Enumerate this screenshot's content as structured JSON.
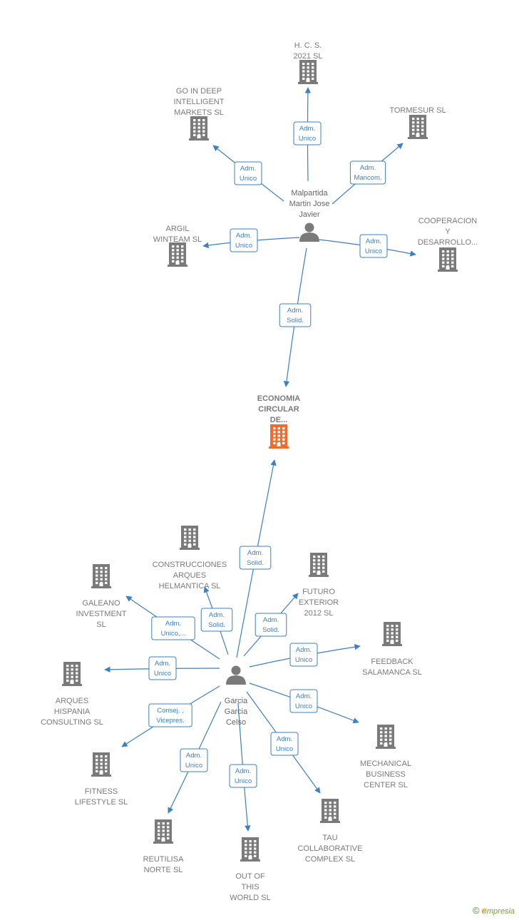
{
  "colors": {
    "building": "#7a7a7a",
    "focus_building": "#f26b2b",
    "edge": "#3b7fc4",
    "person": "#7a7a7a"
  },
  "people": [
    {
      "id": "p1",
      "lines": [
        "Malpartida",
        "Martin Jose",
        "Javier"
      ]
    },
    {
      "id": "p2",
      "lines": [
        "Garcia",
        "Garcia",
        "Celso"
      ]
    }
  ],
  "companies": [
    {
      "id": "c_focus",
      "lines": [
        "ECONOMIA",
        "CIRCULAR",
        "DE..."
      ],
      "focus": true
    },
    {
      "id": "c_hcs",
      "lines": [
        "H.  C. S.",
        "2021  SL"
      ]
    },
    {
      "id": "c_godeep",
      "lines": [
        "GO IN DEEP",
        "INTELLIGENT",
        "MARKETS  SL"
      ]
    },
    {
      "id": "c_tormesur",
      "lines": [
        "TORMESUR SL"
      ]
    },
    {
      "id": "c_argil",
      "lines": [
        "ARGIL",
        "WINTEAM SL"
      ]
    },
    {
      "id": "c_coop",
      "lines": [
        "COOPERACION",
        "Y",
        "DESARROLLO..."
      ]
    },
    {
      "id": "c_constr",
      "lines": [
        "CONSTRUCCIONES",
        "ARQUES",
        "HELMANTICA SL"
      ]
    },
    {
      "id": "c_galeano",
      "lines": [
        "GALEANO",
        "INVESTMENT",
        "SL"
      ]
    },
    {
      "id": "c_futuro",
      "lines": [
        "FUTURO",
        "EXTERIOR",
        "2012 SL"
      ]
    },
    {
      "id": "c_feedback",
      "lines": [
        "FEEDBACK",
        "SALAMANCA SL"
      ]
    },
    {
      "id": "c_arques",
      "lines": [
        "ARQUES",
        "HISPANIA",
        "CONSULTING SL"
      ]
    },
    {
      "id": "c_mech",
      "lines": [
        "MECHANICAL",
        "BUSINESS",
        "CENTER SL"
      ]
    },
    {
      "id": "c_fitness",
      "lines": [
        "FITNESS",
        "LIFESTYLE SL"
      ]
    },
    {
      "id": "c_tau",
      "lines": [
        "TAU",
        "COLLABORATIVE",
        "COMPLEX  SL"
      ]
    },
    {
      "id": "c_reutilisa",
      "lines": [
        "REUTILISA",
        "NORTE  SL"
      ]
    },
    {
      "id": "c_outof",
      "lines": [
        "OUT OF",
        "THIS",
        "WORLD  SL"
      ]
    }
  ],
  "relations": [
    {
      "from": "p1",
      "to": "c_hcs",
      "label": [
        "Adm.",
        "Unico"
      ]
    },
    {
      "from": "p1",
      "to": "c_godeep",
      "label": [
        "Adm.",
        "Unico"
      ]
    },
    {
      "from": "p1",
      "to": "c_tormesur",
      "label": [
        "Adm.",
        "Mancom."
      ]
    },
    {
      "from": "p1",
      "to": "c_argil",
      "label": [
        "Adm.",
        "Unico"
      ]
    },
    {
      "from": "p1",
      "to": "c_coop",
      "label": [
        "Adm.",
        "Unico"
      ]
    },
    {
      "from": "p1",
      "to": "c_focus",
      "label": [
        "Adm.",
        "Solid."
      ]
    },
    {
      "from": "p2",
      "to": "c_focus",
      "label": [
        "Adm.",
        "Solid."
      ]
    },
    {
      "from": "p2",
      "to": "c_constr",
      "label": [
        "Adm.",
        "Solid."
      ]
    },
    {
      "from": "p2",
      "to": "c_galeano",
      "label": [
        "Adm.",
        "Unico,..."
      ]
    },
    {
      "from": "p2",
      "to": "c_futuro",
      "label": [
        "Adm.",
        "Solid."
      ]
    },
    {
      "from": "p2",
      "to": "c_feedback",
      "label": [
        "Adm.",
        "Unico"
      ]
    },
    {
      "from": "p2",
      "to": "c_arques",
      "label": [
        "Adm.",
        "Unico"
      ]
    },
    {
      "from": "p2",
      "to": "c_mech",
      "label": [
        "Adm.",
        "Unico"
      ]
    },
    {
      "from": "p2",
      "to": "c_fitness",
      "label": [
        "Consej. ,",
        "Vicepres."
      ]
    },
    {
      "from": "p2",
      "to": "c_tau",
      "label": [
        "Adm.",
        "Unico"
      ]
    },
    {
      "from": "p2",
      "to": "c_reutilisa",
      "label": [
        "Adm.",
        "Unico"
      ]
    },
    {
      "from": "p2",
      "to": "c_outof",
      "label": [
        "Adm.",
        "Unico"
      ]
    }
  ],
  "brand": {
    "copyright": "©",
    "name_initial": "e",
    "name_rest": "mpresia"
  }
}
